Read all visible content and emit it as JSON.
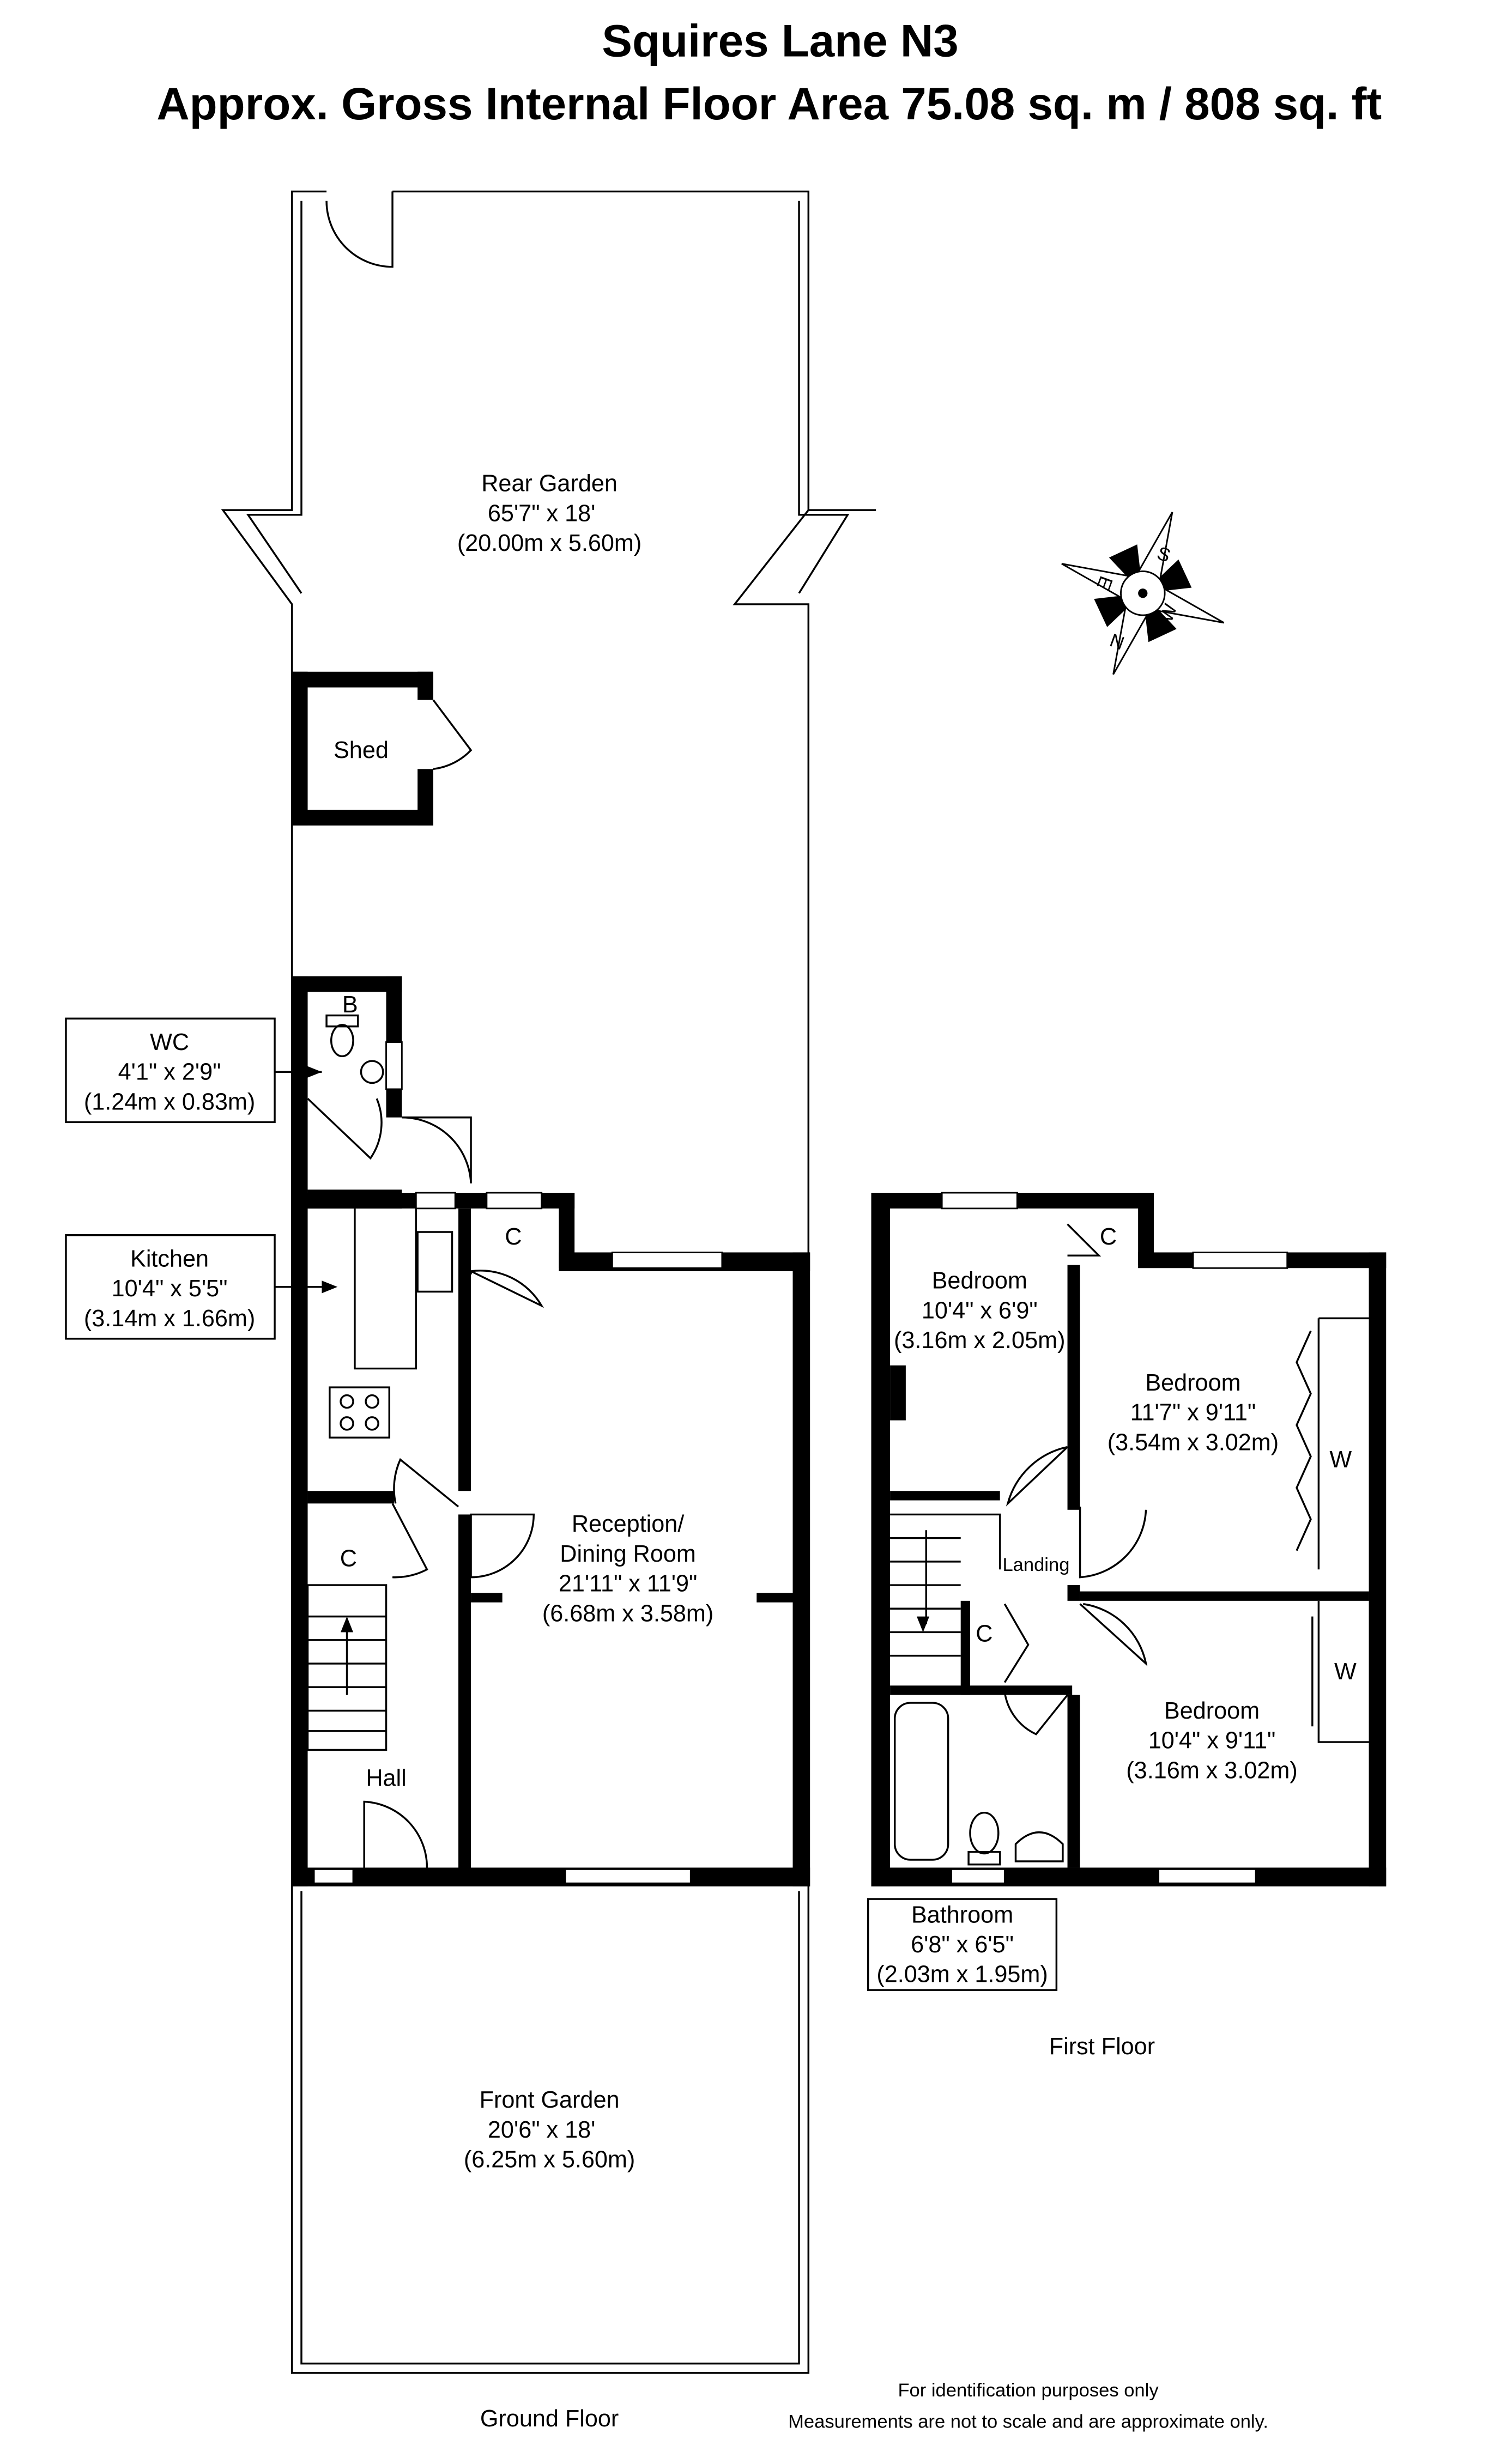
{
  "header": {
    "title": "Squires Lane N3",
    "subtitle": "Approx. Gross Internal Floor Area 75.08 sq. m / 808 sq. ft"
  },
  "ground_floor": {
    "label": "Ground Floor",
    "rooms": {
      "rear_garden": {
        "name": "Rear Garden",
        "imperial": "65'7\" x 18'",
        "metric": "(20.00m x 5.60m)"
      },
      "shed": {
        "name": "Shed"
      },
      "wc": {
        "name": "WC",
        "imperial": "4'1\" x 2'9\"",
        "metric": "(1.24m x 0.83m)",
        "boiler": "B"
      },
      "kitchen": {
        "name": "Kitchen",
        "imperial": "10'4\" x 5'5\"",
        "metric": "(3.14m x 1.66m)"
      },
      "reception": {
        "name": "Reception/",
        "name2": "Dining Room",
        "imperial": "21'11\" x 11'9\"",
        "metric": "(6.68m x 3.58m)"
      },
      "hall": {
        "name": "Hall"
      },
      "cupboard_1": {
        "name": "C"
      },
      "cupboard_2": {
        "name": "C"
      },
      "front_garden": {
        "name": "Front Garden",
        "imperial": "20'6\" x 18'",
        "metric": "(6.25m x 5.60m)"
      }
    }
  },
  "first_floor": {
    "label": "First Floor",
    "rooms": {
      "bedroom_1": {
        "name": "Bedroom",
        "imperial": "10'4\" x 6'9\"",
        "metric": "(3.16m x 2.05m)"
      },
      "bedroom_2": {
        "name": "Bedroom",
        "imperial": "11'7\" x 9'11\"",
        "metric": "(3.54m x 3.02m)"
      },
      "bedroom_3": {
        "name": "Bedroom",
        "imperial": "10'4\" x 9'11\"",
        "metric": "(3.16m x 3.02m)"
      },
      "bathroom": {
        "name": "Bathroom",
        "imperial": "6'8\" x 6'5\"",
        "metric": "(2.03m x 1.95m)"
      },
      "landing": {
        "name": "Landing"
      },
      "cupboard_1": {
        "name": "C"
      },
      "cupboard_2": {
        "name": "C"
      },
      "wardrobe_1": {
        "name": "W"
      },
      "wardrobe_2": {
        "name": "W"
      }
    }
  },
  "compass": {
    "n": "N",
    "e": "E",
    "s": "S",
    "w": "W"
  },
  "footer": {
    "line1": "For identification purposes only",
    "line2": "Measurements are not to scale and are approximate only."
  }
}
